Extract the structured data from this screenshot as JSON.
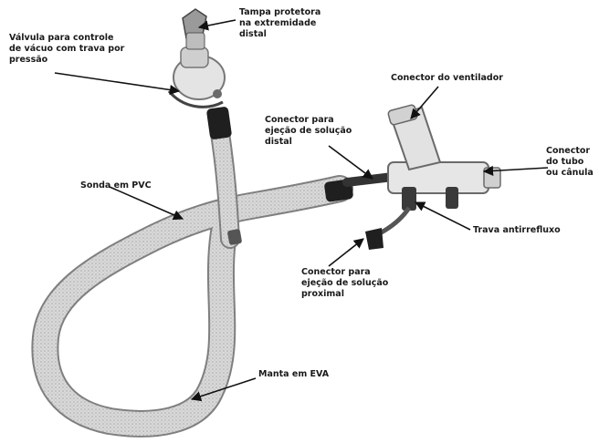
{
  "labels": {
    "tampa": [
      "Tampa protetora",
      "na extremidade",
      "distal"
    ],
    "valvula": [
      "Válvula para controle",
      "de vácuo com trava por",
      "pressão"
    ],
    "conector_ventilador": [
      "Conector do ventilador"
    ],
    "conector_distal": [
      "Conector para",
      "ejeção de solução",
      "distal"
    ],
    "conector_tubo": [
      "Conector",
      "do tubo",
      "ou cânula"
    ],
    "sonda": [
      "Sonda em PVC"
    ],
    "trava": [
      "Trava antirrefluxo"
    ],
    "conector_proximal": [
      "Conector para",
      "ejeção de solução",
      "proximal"
    ],
    "manta": [
      "Manta em EVA"
    ]
  },
  "colors": {
    "tube": "#d6d6d6",
    "tube_edge": "#8a8a8a",
    "dark_part": "#1f1f1f",
    "leader": "#111111"
  }
}
